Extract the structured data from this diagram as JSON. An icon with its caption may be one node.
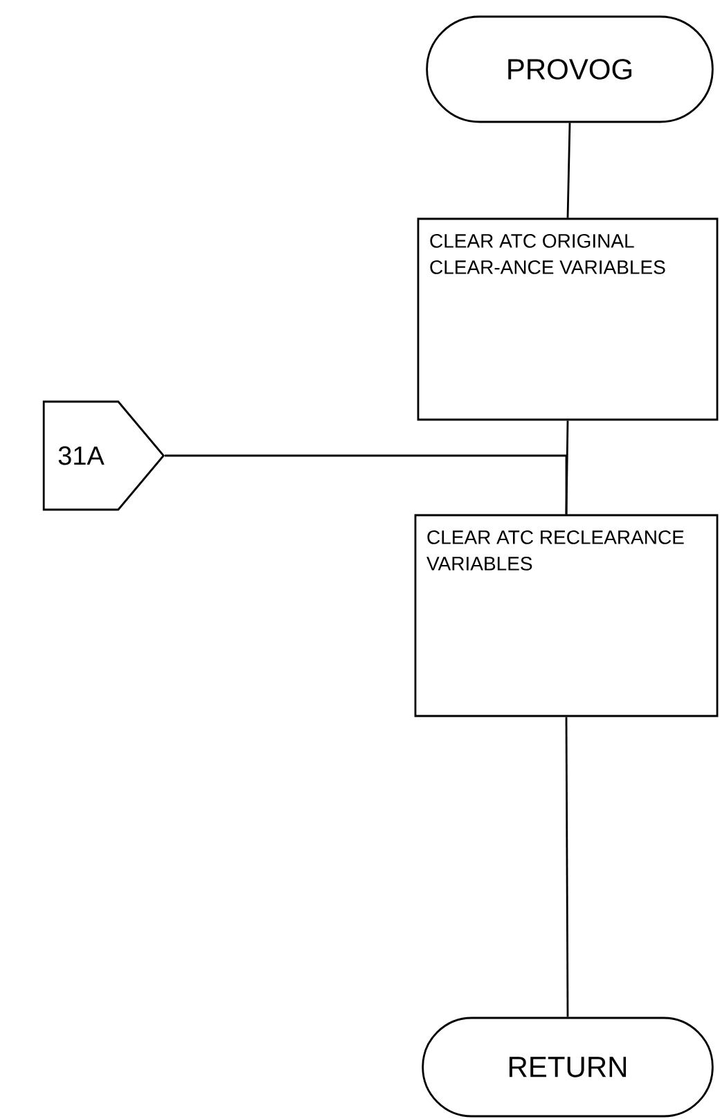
{
  "diagram": {
    "nodes": [
      {
        "text": [
          "PROVOG"
        ]
      },
      {
        "text": [
          "CLEAR ATC ORIGINAL CLEAR-ANCE VARIABLES"
        ]
      },
      {
        "text": [
          "31A"
        ]
      },
      {
        "text": [
          "CLEAR ATC RECLEARANCE VARIABLES"
        ]
      },
      {
        "text": [
          "RETURN"
        ]
      }
    ],
    "edges": [
      {
        "from": 0,
        "to": 1,
        "arrow": "none"
      },
      {
        "from": 1,
        "to": 3,
        "arrow": "none"
      },
      {
        "from": 2,
        "to": 3,
        "arrow": "none"
      },
      {
        "from": 3,
        "to": 4,
        "arrow": "none"
      }
    ]
  }
}
